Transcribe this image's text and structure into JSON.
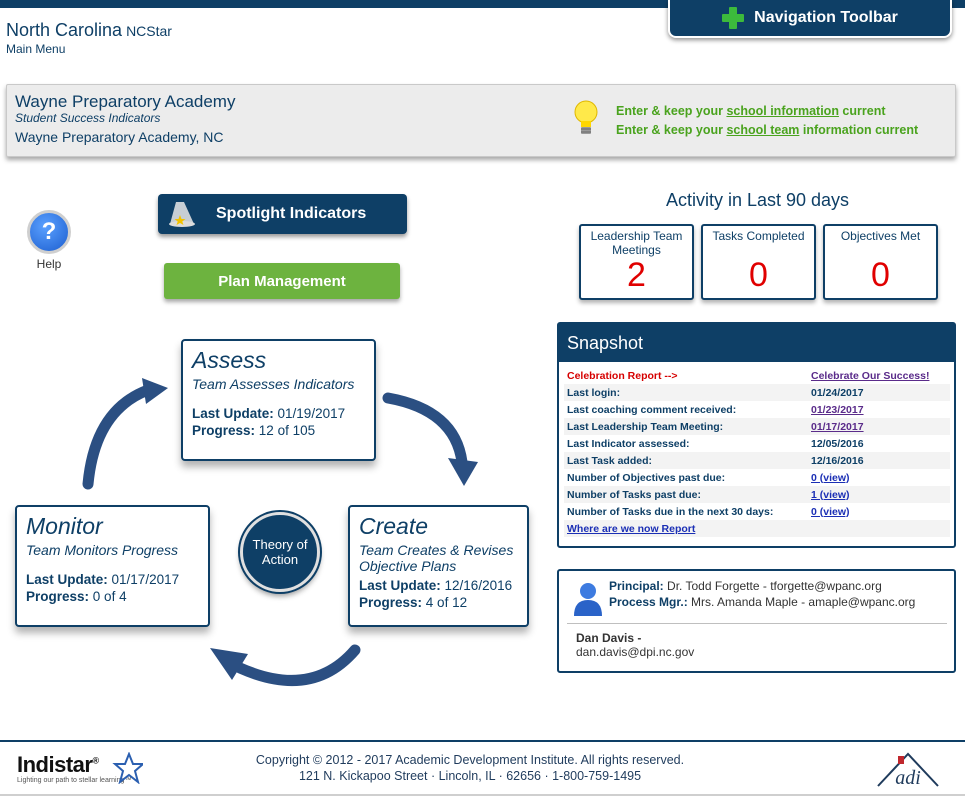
{
  "header": {
    "state": "North Carolina",
    "state_sub": "NCStar",
    "main_menu": "Main Menu",
    "nav_toolbar": "Navigation Toolbar"
  },
  "school": {
    "name": "Wayne Preparatory Academy",
    "subtitle": "Student Success Indicators",
    "location": "Wayne Preparatory Academy, NC",
    "line1_pre": "Enter & keep your ",
    "line1_link": "school information",
    "line1_post": " current",
    "line2_pre": "Enter & keep your ",
    "line2_link": "school team",
    "line2_post": " information current"
  },
  "help": {
    "label": "Help",
    "icon": "?"
  },
  "buttons": {
    "spotlight": "Spotlight Indicators",
    "plan": "Plan Management"
  },
  "cycle": {
    "assess": {
      "title": "Assess",
      "sub": "Team Assesses Indicators",
      "update_label": "Last Update:",
      "update": "01/19/2017",
      "progress_label": "Progress:",
      "progress": "12 of 105"
    },
    "create": {
      "title": "Create",
      "sub": "Team Creates & Revises Objective Plans",
      "update_label": "Last Update:",
      "update": "12/16/2016",
      "progress_label": "Progress:",
      "progress": "4 of 12"
    },
    "monitor": {
      "title": "Monitor",
      "sub": "Team Monitors Progress",
      "update_label": "Last Update:",
      "update": "01/17/2017",
      "progress_label": "Progress:",
      "progress": "0 of 4"
    },
    "theory": "Theory of Action"
  },
  "activity": {
    "title": "Activity in Last 90 days",
    "items": [
      {
        "label": "Leadership Team Meetings",
        "value": "2"
      },
      {
        "label": "Tasks Completed",
        "value": "0"
      },
      {
        "label": "Objectives Met",
        "value": "0"
      }
    ]
  },
  "snapshot": {
    "title": "Snapshot",
    "rows": [
      {
        "k": "Celebration Report -->",
        "v": "Celebrate Our Success!"
      },
      {
        "k": "Last login:",
        "v": "01/24/2017"
      },
      {
        "k": "Last coaching comment received:",
        "v": "01/23/2017"
      },
      {
        "k": "Last Leadership Team Meeting:",
        "v": "01/17/2017"
      },
      {
        "k": "Last Indicator assessed:",
        "v": "12/05/2016"
      },
      {
        "k": "Last Task added:",
        "v": "12/16/2016"
      },
      {
        "k": "Number of Objectives past due:",
        "v": "0 (view)"
      },
      {
        "k": "Number of Tasks past due:",
        "v": "1 (view)"
      },
      {
        "k": "Number of Tasks due in the next 30 days:",
        "v": "0 (view)"
      },
      {
        "k": "Where are we now Report",
        "v": ""
      }
    ]
  },
  "contacts": {
    "principal_label": "Principal:",
    "principal": "Dr. Todd Forgette - tforgette@wpanc.org",
    "process_label": "Process Mgr.:",
    "process": "Mrs. Amanda Maple - amaple@wpanc.org",
    "coach_name": "Dan Davis -",
    "coach_email": "dan.davis@dpi.nc.gov"
  },
  "footer": {
    "logo": "Indistar",
    "logo_mark": "®",
    "tagline": "Lighting our path to stellar learning™",
    "copyright": "Copyright © 2012 - 2017  Academic Development Institute. All rights reserved.",
    "address": "121 N. Kickapoo Street · Lincoln, IL · 62656 · 1-800-759-1495",
    "adi": "adi"
  },
  "colors": {
    "navy": "#0e3f66",
    "green": "#6db33f",
    "accent_green": "#4aa31e",
    "red": "#e00000"
  }
}
